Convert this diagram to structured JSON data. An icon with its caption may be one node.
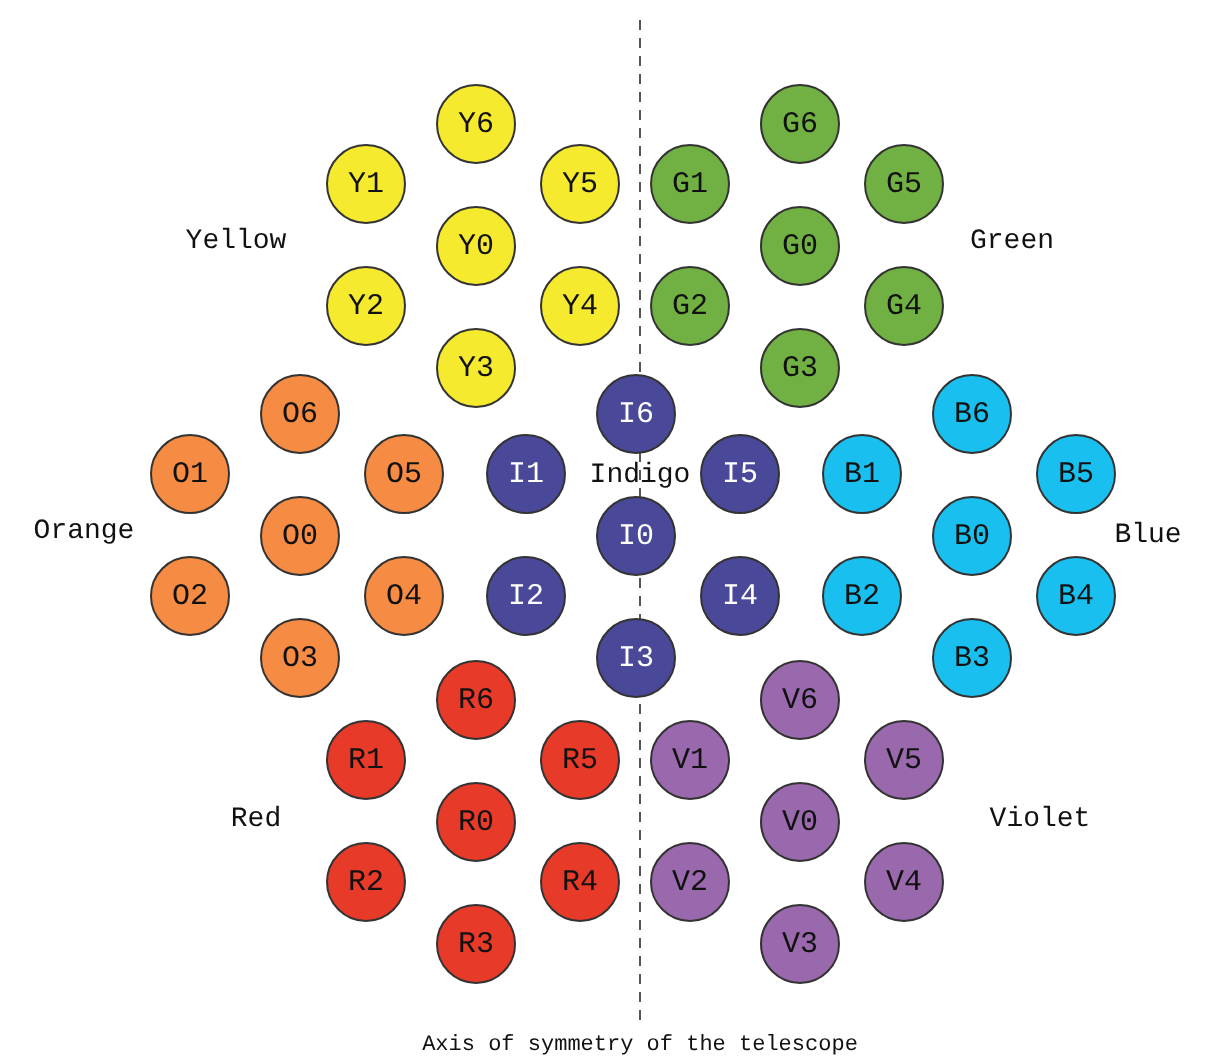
{
  "diagram": {
    "caption": "Axis of symmetry of the telescope",
    "nodes": [
      {
        "text": [
          "Y6"
        ]
      },
      {
        "text": [
          "G6"
        ]
      },
      {
        "text": [
          "Y1"
        ]
      },
      {
        "text": [
          "Y5"
        ]
      },
      {
        "text": [
          "G1"
        ]
      },
      {
        "text": [
          "G5"
        ]
      },
      {
        "text": [
          "Y0"
        ]
      },
      {
        "text": [
          "G0"
        ]
      },
      {
        "text": [
          "Y2"
        ]
      },
      {
        "text": [
          "Y4"
        ]
      },
      {
        "text": [
          "G2"
        ]
      },
      {
        "text": [
          "G4"
        ]
      },
      {
        "text": [
          "Y3"
        ]
      },
      {
        "text": [
          "G3"
        ]
      },
      {
        "text": [
          "O6"
        ]
      },
      {
        "text": [
          "I6"
        ]
      },
      {
        "text": [
          "B6"
        ]
      },
      {
        "text": [
          "O1"
        ]
      },
      {
        "text": [
          "O5"
        ]
      },
      {
        "text": [
          "I1"
        ]
      },
      {
        "text": [
          "I5"
        ]
      },
      {
        "text": [
          "B1"
        ]
      },
      {
        "text": [
          "B5"
        ]
      },
      {
        "text": [
          "O0"
        ]
      },
      {
        "text": [
          "I0"
        ]
      },
      {
        "text": [
          "B0"
        ]
      },
      {
        "text": [
          "O2"
        ]
      },
      {
        "text": [
          "O4"
        ]
      },
      {
        "text": [
          "I2"
        ]
      },
      {
        "text": [
          "I4"
        ]
      },
      {
        "text": [
          "B2"
        ]
      },
      {
        "text": [
          "B4"
        ]
      },
      {
        "text": [
          "O3"
        ]
      },
      {
        "text": [
          "I3"
        ]
      },
      {
        "text": [
          "B3"
        ]
      },
      {
        "text": [
          "R6"
        ]
      },
      {
        "text": [
          "V6"
        ]
      },
      {
        "text": [
          "R1"
        ]
      },
      {
        "text": [
          "R5"
        ]
      },
      {
        "text": [
          "V1"
        ]
      },
      {
        "text": [
          "V5"
        ]
      },
      {
        "text": [
          "R0"
        ]
      },
      {
        "text": [
          "V0"
        ]
      },
      {
        "text": [
          "R2"
        ]
      },
      {
        "text": [
          "R4"
        ]
      },
      {
        "text": [
          "V2"
        ]
      },
      {
        "text": [
          "V4"
        ]
      },
      {
        "text": [
          "R3"
        ]
      },
      {
        "text": [
          "V3"
        ]
      }
    ],
    "labels": [
      "Yellow",
      "Green",
      "Indigo",
      "Orange",
      "Blue",
      "Red",
      "Violet"
    ]
  }
}
